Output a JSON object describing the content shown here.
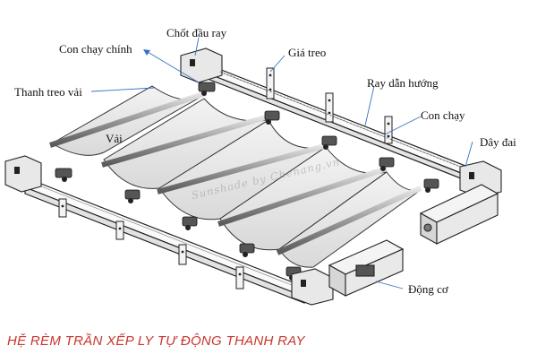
{
  "labels": {
    "con_chay_chinh": "Con chạy chính",
    "chot_dau_ray": "Chốt đầu ray",
    "gia_treo": "Giá treo",
    "ray_dan_huong": "Ray dẫn hướng",
    "thanh_treo_vai": "Thanh treo vải",
    "con_chay": "Con chạy",
    "vai": "Vải",
    "day_dai": "Dây đai",
    "dong_co": "Động cơ"
  },
  "watermark": "Sunshade by Chenang.vn",
  "caption": "HỆ RÈM TRẦN XẾP LY TỰ ĐỘNG THANH RAY",
  "colors": {
    "caption": "#c8352c",
    "leader": "#3a6fc4",
    "line": "#222222"
  }
}
